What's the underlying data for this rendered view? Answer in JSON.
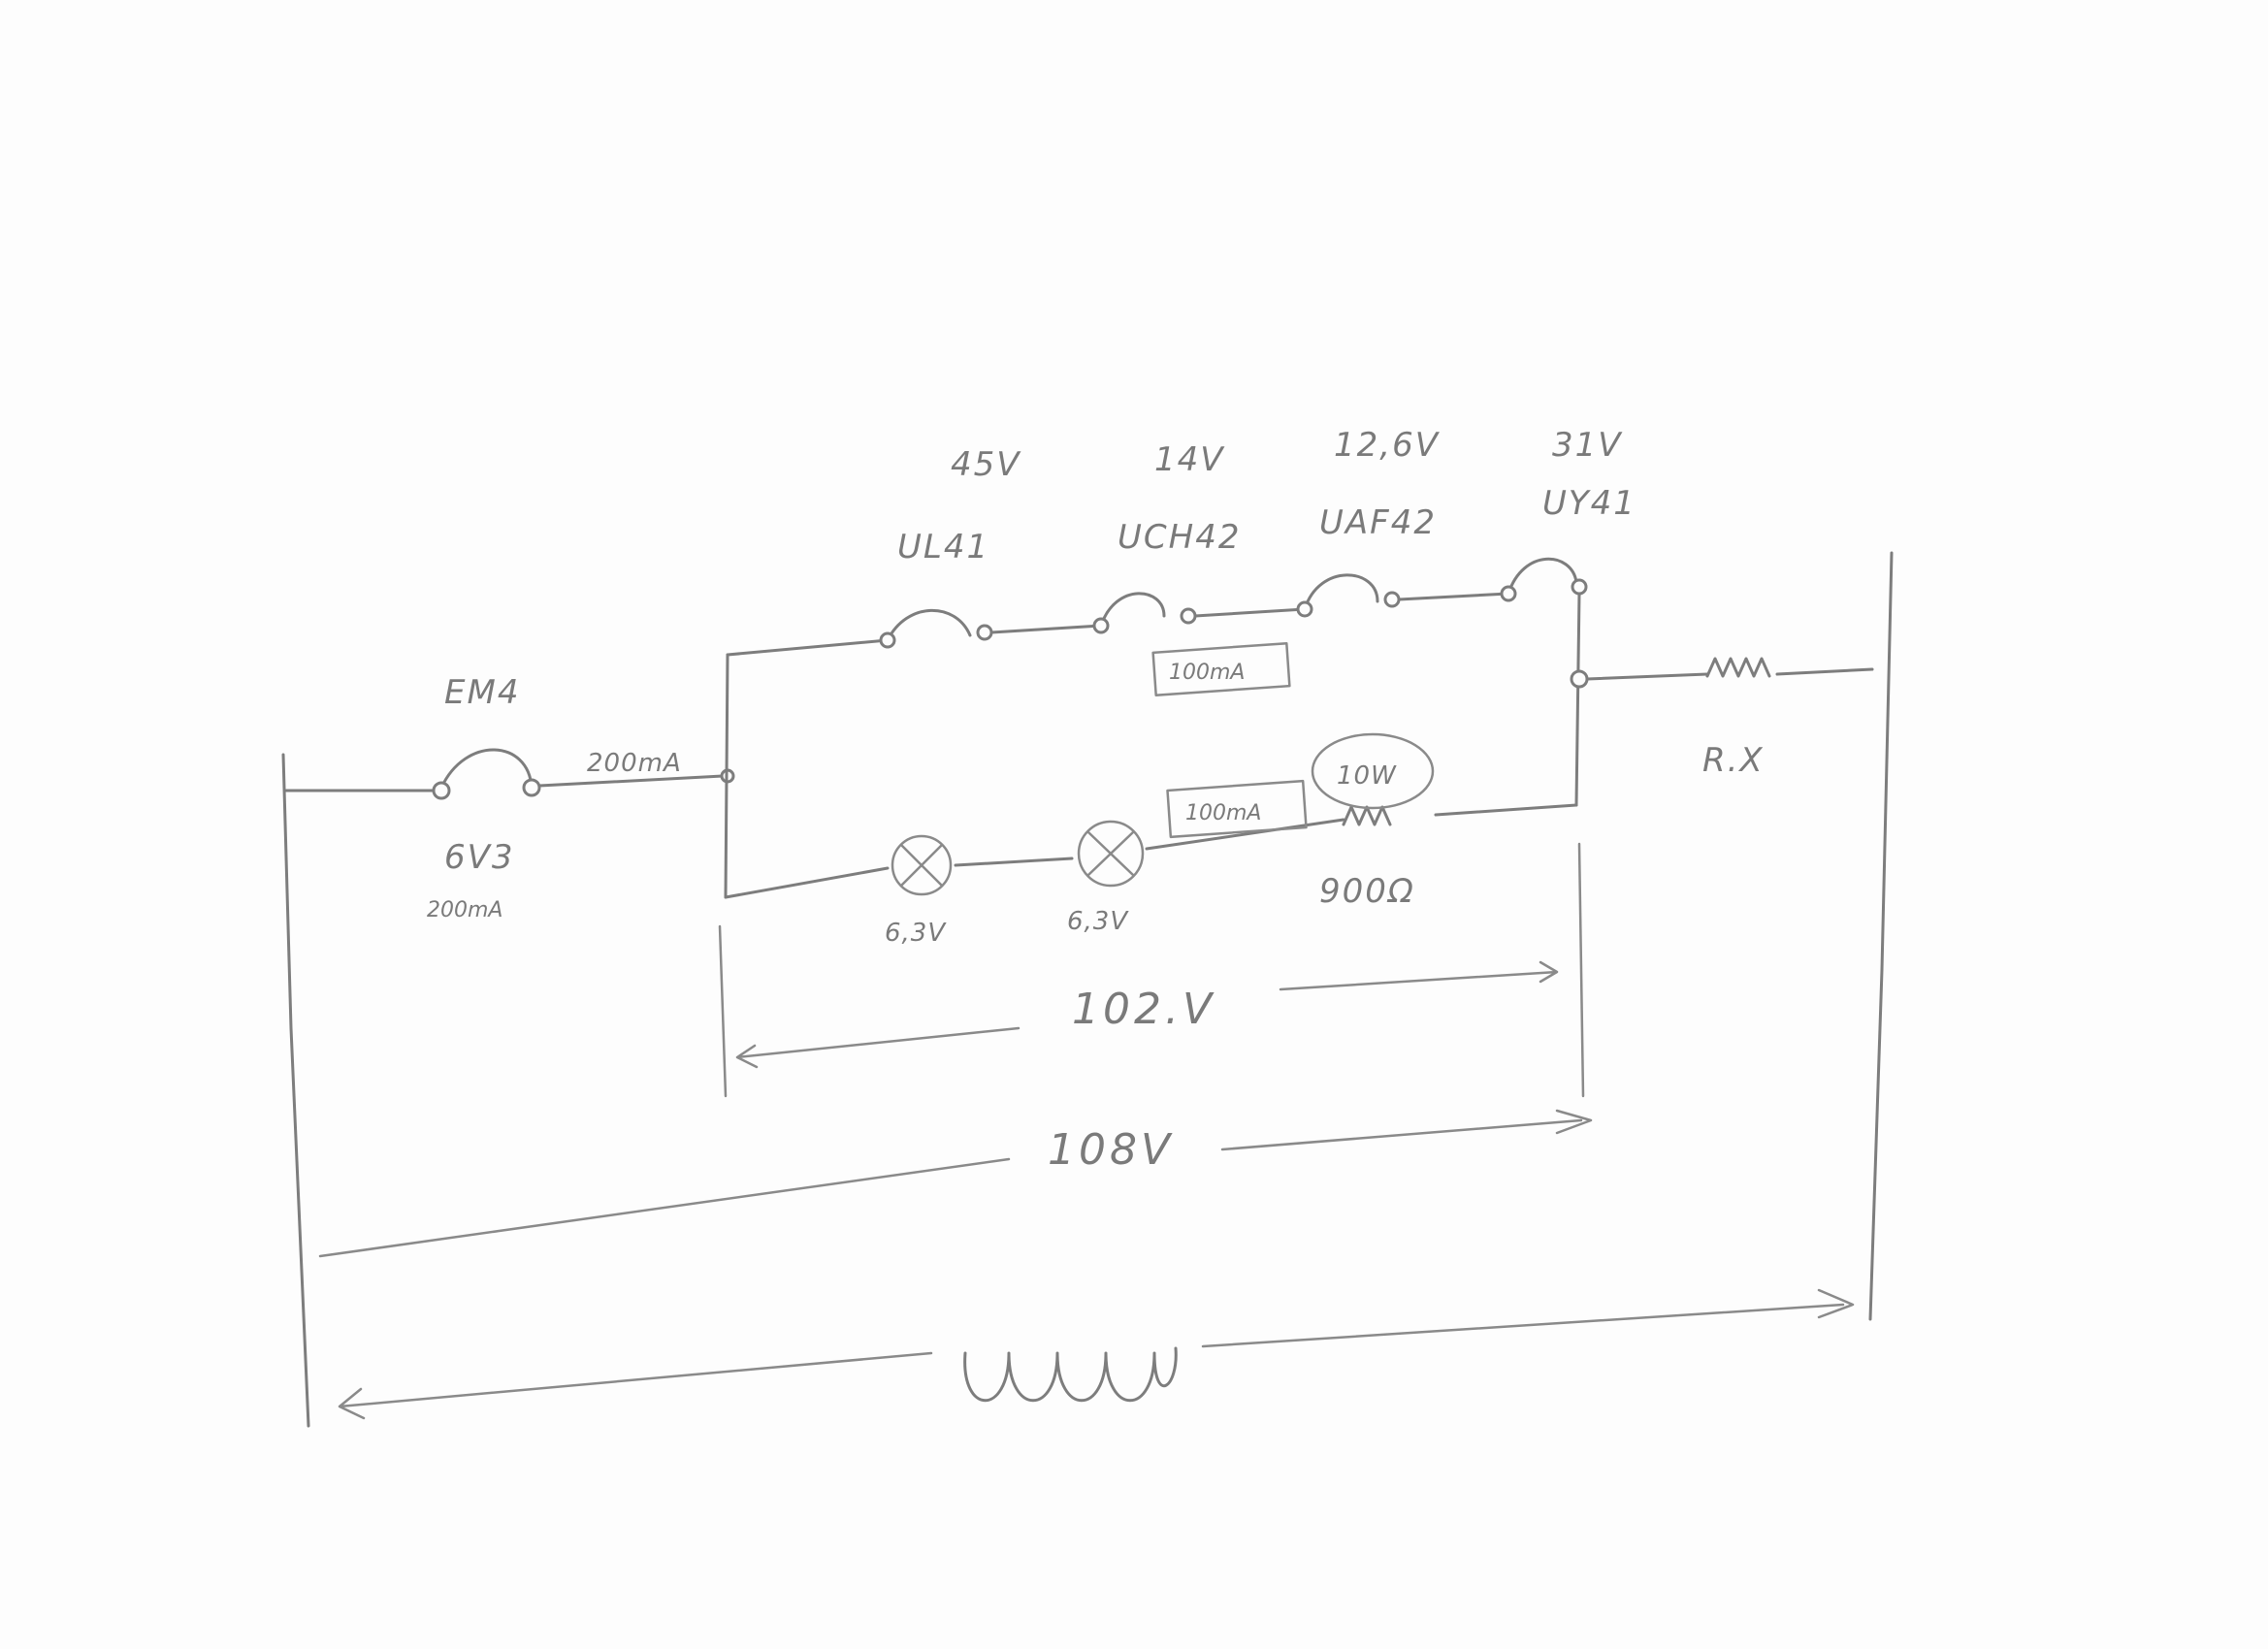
{
  "diagram": {
    "tubes": [
      {
        "name": "UL41",
        "voltage": "45V"
      },
      {
        "name": "UCH42",
        "voltage": "14V"
      },
      {
        "name": "UAF42",
        "voltage": "12,6V"
      },
      {
        "name": "UY41",
        "voltage": "31V"
      }
    ],
    "em4": {
      "name": "EM4",
      "current": "200mA",
      "heater": "6V3",
      "heater_current": "200mA"
    },
    "current_upper": "100mA",
    "current_lower": "100mA",
    "lamp1": "6,3V",
    "lamp2": "6,3V",
    "resistor_power": "10W",
    "resistor_value": "900Ω",
    "rx": "R.X",
    "span_inner": "102.V",
    "span_outer": "108V"
  }
}
